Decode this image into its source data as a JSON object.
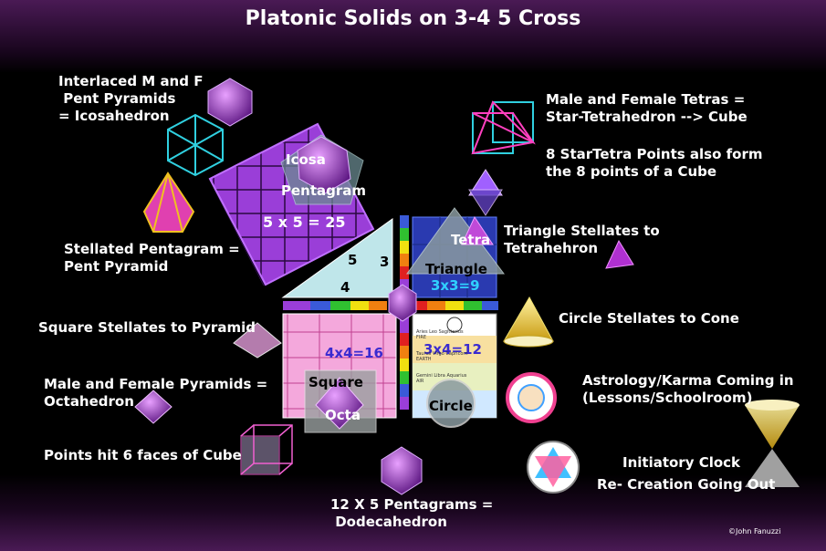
{
  "title": "Platonic Solids on 3-4 5 Cross",
  "labels": {
    "interlaced": "Interlaced M and F\n Pent Pyramids\n= Icosahedron",
    "stellated_pentagram": "Stellated Pentagram =\nPent Pyramid",
    "square_stellates": "Square Stellates to Pyramid",
    "male_female_pyramids": "Male and Female Pyramids =\nOctahedron",
    "points_cube": "Points hit 6 faces of Cube",
    "dodecahedron": "12 X 5 Pentagrams =\n Dodecahedron",
    "male_female_tetras": "Male and Female Tetras =\nStar-Tetrahedron --> Cube",
    "startetra_points": "8 StarTetra Points also form\nthe 8 points of a Cube",
    "triangle_stellates": "Triangle Stellates to\nTetrahehron",
    "circle_stellates": "Circle Stellates to Cone",
    "astrology": "Astrology/Karma Coming in\n(Lessons/Schoolroom)",
    "initiatory": "Initiatory Clock",
    "recreation": "Re- Creation Going Out"
  },
  "diagram": {
    "icosa": "Icosa",
    "pentagram": "Pentagram",
    "five_by_five": "5 x 5 = 25",
    "side_5": "5",
    "side_3": "3",
    "side_4": "4",
    "tetra": "Tetra",
    "triangle": "Triangle",
    "three_by_three": "3x3=9",
    "four_by_four": "4x4=16",
    "three_by_four": "3x4=12",
    "square": "Square",
    "octa": "Octa",
    "circle": "Circle",
    "chart_signs": [
      "Aries",
      "Leo",
      "Sagittarius",
      "FIRE",
      "Taurus",
      "Virgo",
      "Capricorn",
      "EARTH",
      "Gemini",
      "Libra",
      "Aquarius",
      "AIR"
    ]
  },
  "credit": "©John Fanuzzi",
  "colors": {
    "purple": "#8a2fc8",
    "pink": "#f0a0d8",
    "blue": "#3a5ad8",
    "yellow": "#f0e010",
    "cyan": "#30d0e0"
  }
}
